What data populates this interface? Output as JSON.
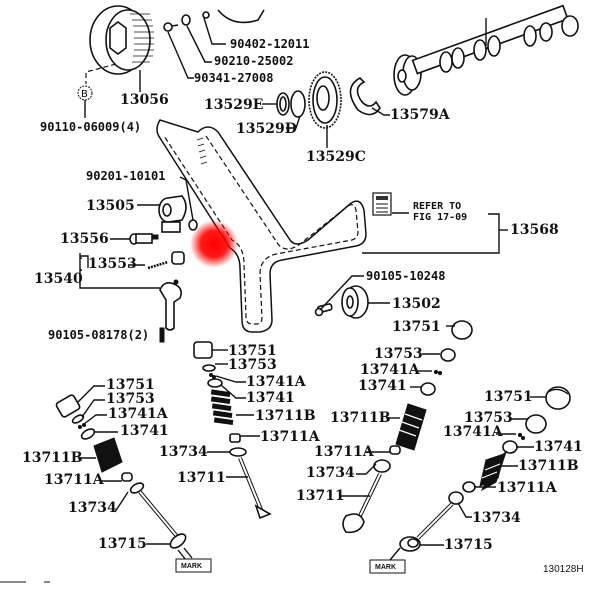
{
  "diagram": {
    "title": "Camshaft & Valve Parts Diagram",
    "figure_code": "130128H",
    "reference_note": {
      "line1": "REFER TO",
      "line2": "FIG 17-09",
      "part": "13568"
    },
    "mark_label": "MARK",
    "circle_marker": "B",
    "hotspot_color": "#ff0000",
    "labels": {
      "p13056": "13056",
      "p90402": "90402-12011",
      "p90210": "90210-25002",
      "p90341": "90341-27008",
      "p90110": "90110-06009(4)",
      "p13529E": "13529E",
      "p13529D": "13529D",
      "p13529C": "13529C",
      "p13579A": "13579A",
      "p90201": "90201-10101",
      "p13505": "13505",
      "p13556": "13556",
      "p13553": "13553",
      "p13540": "13540",
      "p90105_08178": "90105-08178(2)",
      "p13568": "13568",
      "p90105_10248": "90105-10248",
      "p13502": "13502",
      "c_13751": "13751",
      "c_13753": "13753",
      "c_13741A": "13741A",
      "c_13741": "13741",
      "c_13711B": "13711B",
      "c_13711A": "13711A",
      "c_13734": "13734",
      "c_13711": "13711",
      "l_13751": "13751",
      "l_13753": "13753",
      "l_13741A": "13741A",
      "l_13741": "13741",
      "l_13711B": "13711B",
      "l_13711A": "13711A",
      "l_13734": "13734",
      "l_13715": "13715",
      "m_13751": "13751",
      "m_13753": "13753",
      "m_13741A": "13741A",
      "m_13741": "13741",
      "m_13711B": "13711B",
      "m_13711A": "13711A",
      "m_13734": "13734",
      "m_13711": "13711",
      "r_13751": "13751",
      "r_13753": "13753",
      "r_13741A": "13741A",
      "r_13741": "13741",
      "r_13711B": "13711B",
      "r_13711A": "13711A",
      "r_13734": "13734",
      "r_13715": "13715"
    }
  }
}
